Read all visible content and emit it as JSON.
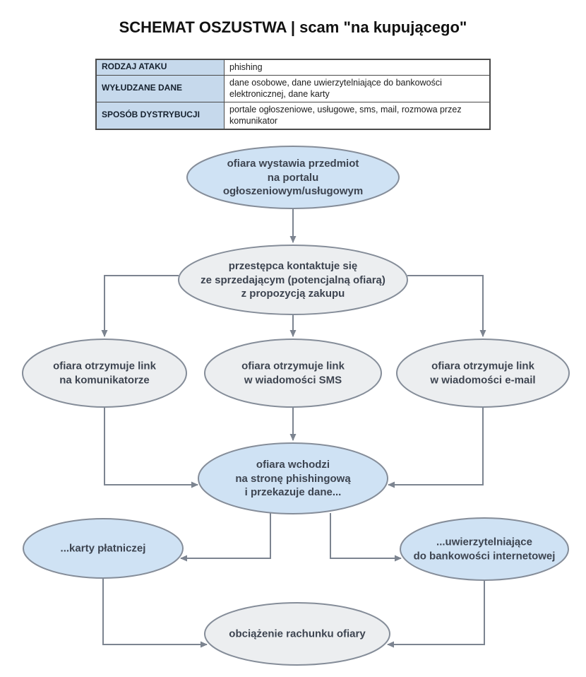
{
  "title": "SCHEMAT OSZUSTWA | scam \"na kupującego\"",
  "table": {
    "rows": [
      {
        "label": "RODZAJ ATAKU",
        "value": "phishing"
      },
      {
        "label": "WYŁUDZANE DANE",
        "value": "dane osobowe, dane uwierzytelniające do bankowości elektronicznej, dane karty"
      },
      {
        "label": "SPOSÓB DYSTRYBUCJI",
        "value": "portale ogłoszeniowe, usługowe, sms, mail, rozmowa przez komunikator"
      }
    ]
  },
  "nodes": {
    "start": {
      "label": "ofiara wystawia przedmiot\nna portalu\nogłoszeniowym/usługowym",
      "style": "blue"
    },
    "contact": {
      "label": "przestępca kontaktuje się\nze sprzedającym (potencjalną ofiarą)\nz propozycją zakupu",
      "style": "gray"
    },
    "messenger": {
      "label": "ofiara otrzymuje link\nna komunikatorze",
      "style": "gray"
    },
    "sms": {
      "label": "ofiara otrzymuje link\nw wiadomości SMS",
      "style": "gray"
    },
    "email": {
      "label": "ofiara otrzymuje link\nw wiadomości e-mail",
      "style": "gray"
    },
    "phishing": {
      "label": "ofiara wchodzi\nna stronę phishingową\ni przekazuje dane...",
      "style": "blue"
    },
    "card": {
      "label": "...karty płatniczej",
      "style": "blue"
    },
    "banking": {
      "label": "...uwierzytelniające\ndo bankowości internetowej",
      "style": "blue"
    },
    "charge": {
      "label": "obciążenie rachunku ofiary",
      "style": "gray"
    }
  },
  "edges": [
    {
      "from": "start",
      "to": "contact"
    },
    {
      "from": "contact",
      "to": "messenger"
    },
    {
      "from": "contact",
      "to": "sms"
    },
    {
      "from": "contact",
      "to": "email"
    },
    {
      "from": "messenger",
      "to": "phishing"
    },
    {
      "from": "sms",
      "to": "phishing"
    },
    {
      "from": "email",
      "to": "phishing"
    },
    {
      "from": "phishing",
      "to": "card"
    },
    {
      "from": "phishing",
      "to": "banking"
    },
    {
      "from": "card",
      "to": "charge"
    },
    {
      "from": "banking",
      "to": "charge"
    }
  ],
  "colors": {
    "page_bg": "#ffffff",
    "title_color": "#111111",
    "node_blue_fill": "#cfe2f4",
    "node_gray_fill": "#eceef0",
    "node_stroke": "#858d99",
    "arrow_color": "#7c8490",
    "node_text": "#3d4450",
    "table_header_bg": "#c6d9ec",
    "table_border": "#4a4a4a",
    "table_label_text": "#16212e",
    "table_value_text": "#1c1c1c"
  }
}
